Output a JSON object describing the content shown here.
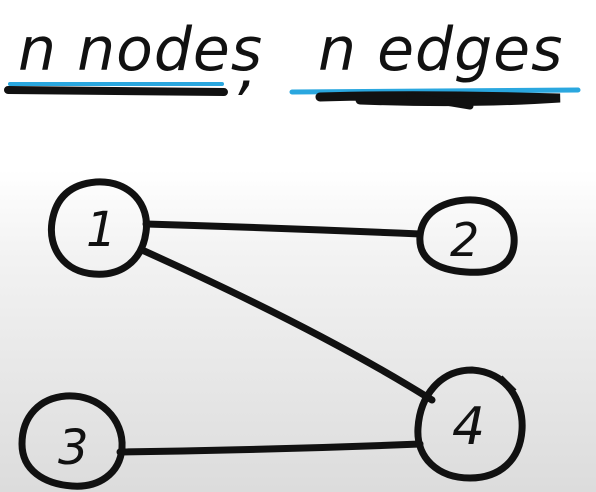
{
  "heading": {
    "left_text": "n nodes",
    "separator": ",",
    "right_text": "n edges"
  },
  "colors": {
    "ink": "#111111",
    "highlight_blue": "#2aa7df"
  },
  "graph": {
    "nodes": [
      {
        "id": "1",
        "label": "1"
      },
      {
        "id": "2",
        "label": "2"
      },
      {
        "id": "3",
        "label": "3"
      },
      {
        "id": "4",
        "label": "4"
      }
    ],
    "edges": [
      {
        "from": "1",
        "to": "2"
      },
      {
        "from": "1",
        "to": "4"
      },
      {
        "from": "3",
        "to": "4"
      }
    ]
  }
}
